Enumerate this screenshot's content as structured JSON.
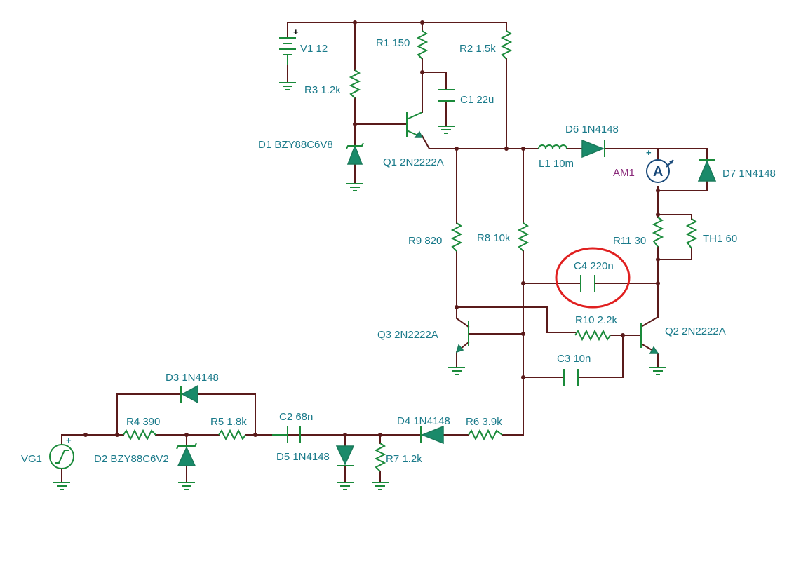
{
  "labels": {
    "v1": "V1 12",
    "r1": "R1 150",
    "r2": "R2 1.5k",
    "r3": "R3 1.2k",
    "c1": "C1 22u",
    "d1": "D1 BZY88C6V8",
    "q1": "Q1 2N2222A",
    "d6": "D6 1N4148",
    "l1": "L1 10m",
    "am1": "AM1",
    "d7": "D7 1N4148",
    "r9": "R9 820",
    "r8": "R8 10k",
    "r11": "R11 30",
    "th1": "TH1 60",
    "c4": "C4 220n",
    "r10": "R10 2.2k",
    "q3": "Q3 2N2222A",
    "q2": "Q2 2N2222A",
    "c3": "C3 10n",
    "d3": "D3 1N4148",
    "r4": "R4 390",
    "r5": "R5 1.8k",
    "c2": "C2 68n",
    "d4": "D4 1N4148",
    "r6": "R6 3.9k",
    "vg1": "VG1",
    "d2": "D2 BZY88C6V2",
    "d5": "D5 1N4148",
    "r7": "R7 1.2k"
  },
  "symbols": {
    "plus": "+",
    "ammeter": "A"
  },
  "colors": {
    "wire": "#5a1a1a",
    "component": "#1a8a3a",
    "label": "#1a7a8a",
    "highlight": "#e02020"
  }
}
